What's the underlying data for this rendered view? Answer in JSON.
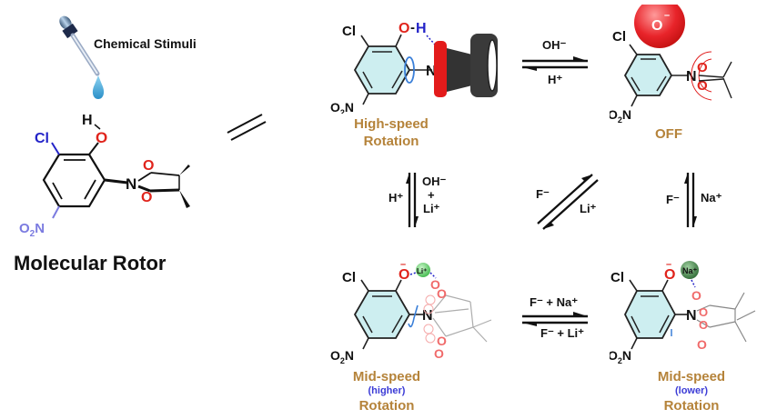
{
  "left_panel": {
    "stimulus_label": "Chemical Stimuli",
    "title": "Molecular Rotor",
    "equivalence_symbol": "//",
    "molecule": {
      "substituents": [
        "H",
        "O",
        "Cl",
        "O2N",
        "N",
        "O",
        "O"
      ]
    }
  },
  "states": {
    "top_left": {
      "line1": "High-speed",
      "line2": "Rotation",
      "sub": ""
    },
    "top_right": {
      "line1": "OFF",
      "line2": "",
      "sub": ""
    },
    "bottom_left": {
      "line1": "Mid-speed",
      "sub": "(higher)",
      "line2": "Rotation",
      "ion": "Li⁺"
    },
    "bottom_right": {
      "line1": "Mid-speed",
      "sub": "(lower)",
      "line2": "Rotation",
      "ion": "Na⁺"
    }
  },
  "arrows": {
    "top_horizontal": {
      "forward": "OH⁻",
      "reverse": "H⁺"
    },
    "left_vertical": {
      "up": "H⁺",
      "down_1": "OH⁻",
      "down_2": "+",
      "down_3": "Li⁺"
    },
    "diagonal": {
      "up": "F⁻",
      "down": "Li⁺"
    },
    "right_vertical": {
      "up": "F⁻",
      "down": "Na⁺"
    },
    "bottom_horizontal": {
      "forward": "F⁻ + Na⁺",
      "reverse": "F⁻ + Li⁺"
    }
  },
  "atom_labels": {
    "cl": "Cl",
    "oh_o": "O",
    "oh_h": "H",
    "nitro": "O₂N",
    "n": "N",
    "o": "O",
    "o_minus": "O⁻"
  },
  "colors": {
    "label_gold": "#b5833a",
    "sub_blue": "#3b3bd6",
    "oxygen_red": "#e0241c",
    "chlorine_blue": "#2323c8",
    "nitro_lavender": "#7b7be0",
    "ring_fill": "#cdeef0",
    "li_green": "#5fcf6a",
    "na_green": "#3f7a45"
  }
}
